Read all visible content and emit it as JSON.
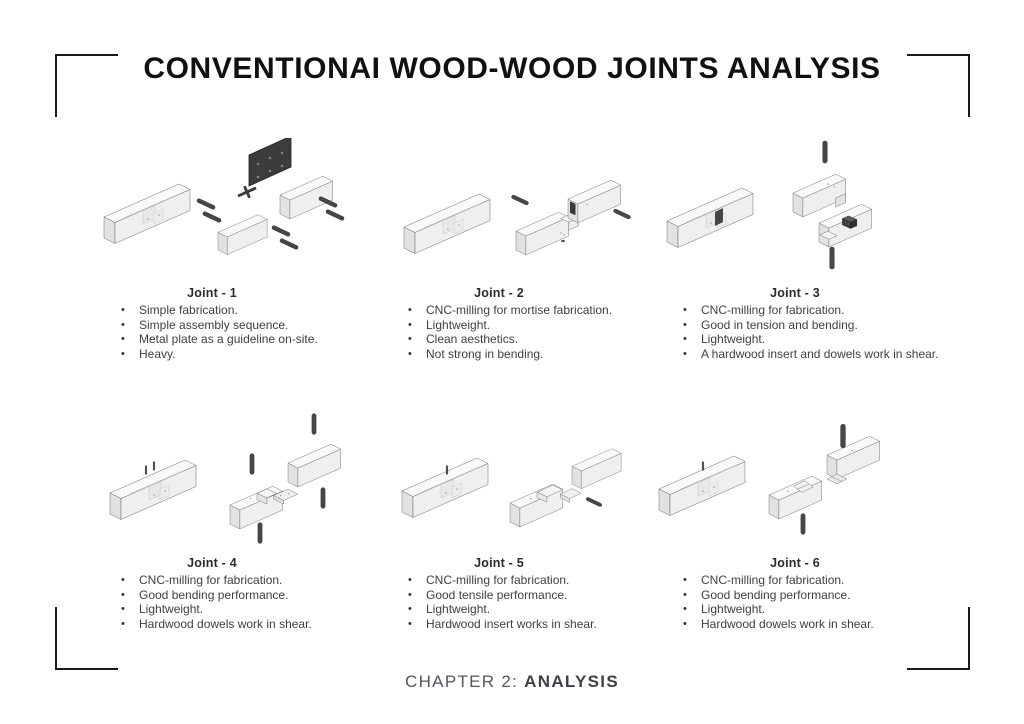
{
  "title": "CONVENTIONAI WOOD-WOOD JOINTS ANALYSIS",
  "footer": {
    "chapter_label": "CHAPTER 2:",
    "chapter_title": "ANALYSIS"
  },
  "joints": [
    {
      "name": "Joint - 1",
      "points": [
        "Simple fabrication.",
        "Simple assembly sequence.",
        "Metal plate as a guideline on-site.",
        "Heavy."
      ]
    },
    {
      "name": "Joint - 2",
      "points": [
        "CNC-milling for mortise fabrication.",
        "Lightweight.",
        "Clean aesthetics.",
        "Not strong in bending."
      ]
    },
    {
      "name": "Joint - 3",
      "points": [
        "CNC-milling for fabrication.",
        "Good in tension and bending.",
        "Lightweight.",
        "A hardwood insert and dowels work in shear."
      ]
    },
    {
      "name": "Joint - 4",
      "points": [
        "CNC-milling for fabrication.",
        "Good bending performance.",
        "Lightweight.",
        "Hardwood dowels work in shear."
      ]
    },
    {
      "name": "Joint - 5",
      "points": [
        "CNC-milling for fabrication.",
        "Good tensile performance.",
        "Lightweight.",
        "Hardwood insert works in shear."
      ]
    },
    {
      "name": "Joint - 6",
      "points": [
        "CNC-milling for fabrication.",
        "Good bending performance.",
        "Lightweight.",
        "Hardwood dowels work in shear."
      ]
    }
  ],
  "colors": {
    "background": "#ffffff",
    "title_text": "#111111",
    "body_text": "#3f3f3f",
    "footer_text": "#55555d",
    "crop_mark": "#1a1a1a",
    "wood_top": "#f9f9f9",
    "wood_front": "#efefef",
    "wood_end": "#e2e2e2",
    "outline": "#6b6b6b",
    "hardware_dark": "#454545",
    "metal_plate": "#3c3c3c"
  }
}
